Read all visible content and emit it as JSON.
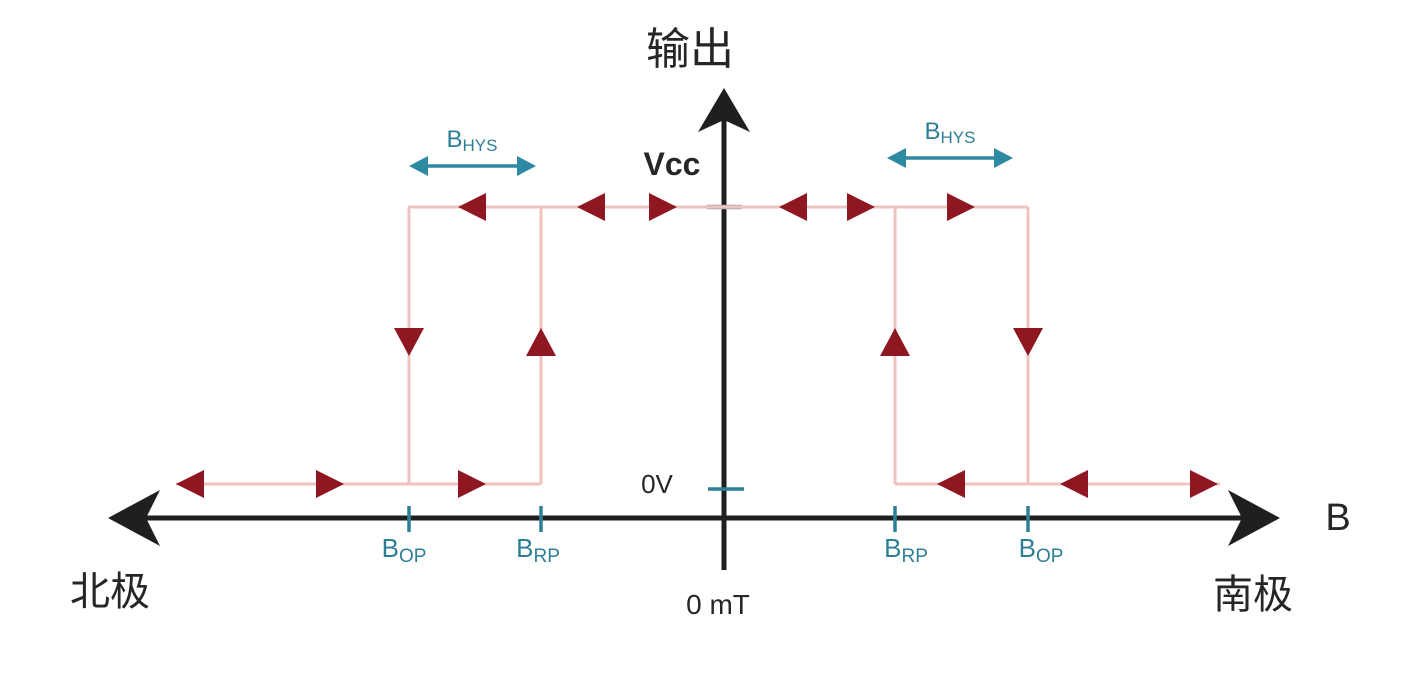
{
  "labels": {
    "y_axis": "输出",
    "x_axis": "B",
    "north": "北极",
    "south": "南极",
    "origin": "0 mT",
    "vcc": "Vcc",
    "zero_v": "0V"
  },
  "ticks": {
    "left_op": {
      "main": "B",
      "sub": "OP"
    },
    "left_rp": {
      "main": "B",
      "sub": "RP"
    },
    "right_rp": {
      "main": "B",
      "sub": "RP"
    },
    "right_op": {
      "main": "B",
      "sub": "OP"
    }
  },
  "hysteresis": {
    "left": {
      "main": "B",
      "sub": "HYS"
    },
    "right": {
      "main": "B",
      "sub": "HYS"
    }
  },
  "colors": {
    "axis": "#1f1f1f",
    "curve": "#efc3bf",
    "markers": "#8e1722",
    "teal": "#2d7f95",
    "vcc_tick": "#9fa3a6"
  }
}
